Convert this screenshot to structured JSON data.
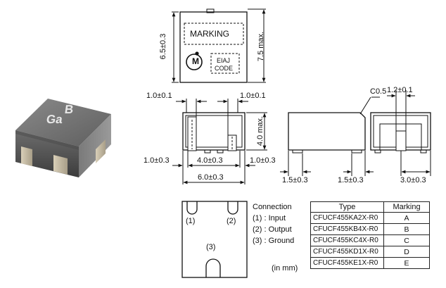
{
  "top_view": {
    "marking": "MARKING",
    "eiaj": [
      "EIAJ",
      "CODE"
    ],
    "logo_letter": "M",
    "dim_height": "6.5±0.3",
    "dim_max": "7.5 max."
  },
  "front_view": {
    "left_pad": "1.0±0.1",
    "right_pad": "1.0±0.1",
    "max_height": "4.0 max.",
    "left_edge": "1.0±0.3",
    "center": "4.0±0.3",
    "right_edge": "1.0±0.3",
    "width": "6.0±0.3"
  },
  "side_view": {
    "chamfer": "C0.5",
    "left": "1.5±0.3",
    "right": "1.5±0.3"
  },
  "end_view": {
    "pin_width": "1.2±0.1",
    "width": "3.0±0.3"
  },
  "photo": {
    "marking_line1": "B",
    "marking_line2": "Ga"
  },
  "bottom_view": {
    "pin1": "(1)",
    "pin2": "(2)",
    "pin3": "(3)"
  },
  "connection": {
    "title": "Connection",
    "items": [
      "(1) : Input",
      "(2) : Output",
      "(3) : Ground"
    ],
    "unit": "(in mm)"
  },
  "marking_table": {
    "headers": [
      "Type",
      "Marking"
    ],
    "rows": [
      [
        "CFUCF455KA2X-R0",
        "A"
      ],
      [
        "CFUCF455KB4X-R0",
        "B"
      ],
      [
        "CFUCF455KC4X-R0",
        "C"
      ],
      [
        "CFUCF455KD1X-R0",
        "D"
      ],
      [
        "CFUCF455KE1X-R0",
        "E"
      ]
    ]
  }
}
